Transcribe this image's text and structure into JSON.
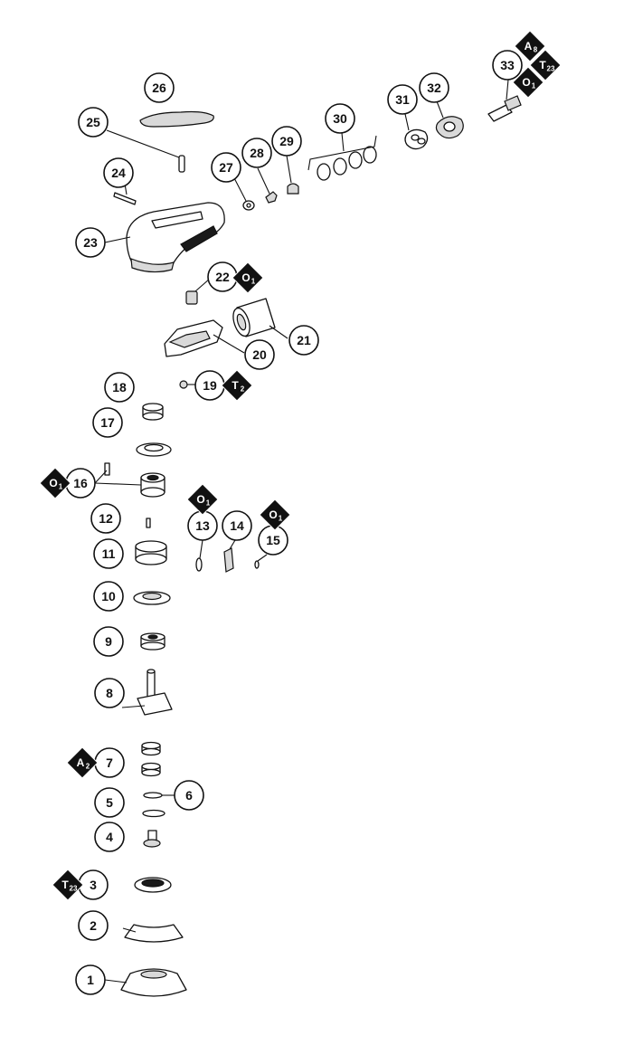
{
  "diagram": {
    "colors": {
      "ink": "#111111",
      "badge_fill": "#111111",
      "badge_text": "#ffffff",
      "paper": "#ffffff"
    },
    "callouts": [
      {
        "id": "c1",
        "label": "1"
      },
      {
        "id": "c2",
        "label": "2"
      },
      {
        "id": "c3",
        "label": "3"
      },
      {
        "id": "c4",
        "label": "4"
      },
      {
        "id": "c5",
        "label": "5"
      },
      {
        "id": "c6",
        "label": "6"
      },
      {
        "id": "c7",
        "label": "7"
      },
      {
        "id": "c8",
        "label": "8"
      },
      {
        "id": "c9",
        "label": "9"
      },
      {
        "id": "c10",
        "label": "10"
      },
      {
        "id": "c11",
        "label": "11"
      },
      {
        "id": "c12",
        "label": "12"
      },
      {
        "id": "c13",
        "label": "13"
      },
      {
        "id": "c14",
        "label": "14"
      },
      {
        "id": "c15",
        "label": "15"
      },
      {
        "id": "c16",
        "label": "16"
      },
      {
        "id": "c17",
        "label": "17"
      },
      {
        "id": "c18",
        "label": "18"
      },
      {
        "id": "c19",
        "label": "19"
      },
      {
        "id": "c20",
        "label": "20"
      },
      {
        "id": "c21",
        "label": "21"
      },
      {
        "id": "c22",
        "label": "22"
      },
      {
        "id": "c23",
        "label": "23"
      },
      {
        "id": "c24",
        "label": "24"
      },
      {
        "id": "c25",
        "label": "25"
      },
      {
        "id": "c26",
        "label": "26"
      },
      {
        "id": "c27",
        "label": "27"
      },
      {
        "id": "c28",
        "label": "28"
      },
      {
        "id": "c29",
        "label": "29"
      },
      {
        "id": "c30",
        "label": "30"
      },
      {
        "id": "c31",
        "label": "31"
      },
      {
        "id": "c32",
        "label": "32"
      },
      {
        "id": "c33",
        "label": "33"
      }
    ],
    "badges": [
      {
        "id": "b33a",
        "letter": "A",
        "sub": "8"
      },
      {
        "id": "b33t",
        "letter": "T",
        "sub": "23"
      },
      {
        "id": "b33o",
        "letter": "O",
        "sub": "1"
      },
      {
        "id": "b22o",
        "letter": "O",
        "sub": "1"
      },
      {
        "id": "b19t",
        "letter": "T",
        "sub": "2"
      },
      {
        "id": "b16o",
        "letter": "O",
        "sub": "1"
      },
      {
        "id": "b13o",
        "letter": "O",
        "sub": "1"
      },
      {
        "id": "b15o",
        "letter": "O",
        "sub": "1"
      },
      {
        "id": "b7a",
        "letter": "A",
        "sub": "2"
      },
      {
        "id": "b3t",
        "letter": "T",
        "sub": "23"
      }
    ]
  }
}
